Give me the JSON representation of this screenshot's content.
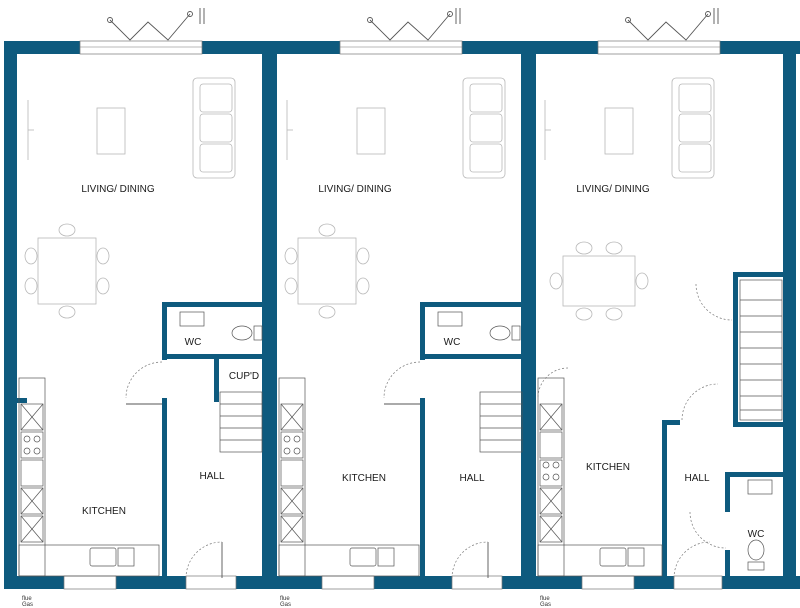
{
  "colors": {
    "wall": "#0e5a7e"
  },
  "units": [
    {
      "living": "LIVING/ DINING",
      "kitchen": "KITCHEN",
      "hall": "HALL",
      "wc": "WC",
      "cupboard": "CUP'D",
      "flue": "flue",
      "gas": "Gas"
    },
    {
      "living": "LIVING/ DINING",
      "kitchen": "KITCHEN",
      "hall": "HALL",
      "wc": "WC",
      "flue": "flue",
      "gas": "Gas"
    },
    {
      "living": "LIVING/ DINING",
      "kitchen": "KITCHEN",
      "hall": "HALL",
      "wc": "WC",
      "flue": "flue",
      "gas": "Gas"
    }
  ]
}
